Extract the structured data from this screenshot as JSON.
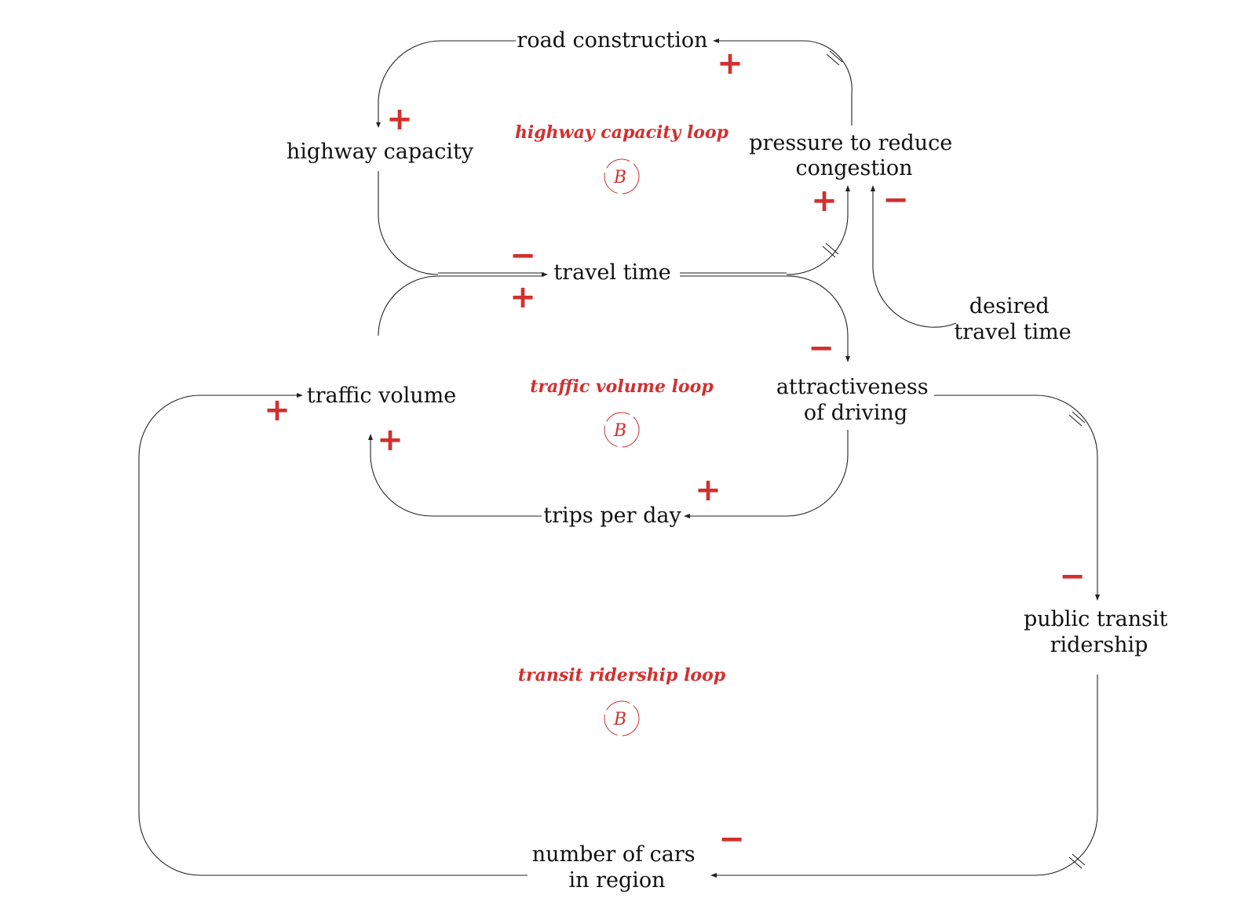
{
  "diagram": {
    "nodes": {
      "road_construction": [
        "road construction"
      ],
      "highway_capacity": [
        "highway capacity"
      ],
      "pressure": [
        "pressure to reduce",
        "congestion"
      ],
      "travel_time": [
        "travel time"
      ],
      "desired_travel_time": [
        "desired",
        "travel time"
      ],
      "traffic_volume": [
        "traffic volume"
      ],
      "attractiveness": [
        "attractiveness",
        "of driving"
      ],
      "trips_per_day": [
        "trips per day"
      ],
      "public_transit": [
        "public transit",
        "ridership"
      ],
      "number_of_cars": [
        "number of cars",
        "in region"
      ]
    },
    "loops": {
      "highway_capacity_loop": {
        "name": "highway capacity loop",
        "type": "B"
      },
      "traffic_volume_loop": {
        "name": "traffic volume loop",
        "type": "B"
      },
      "transit_ridership_loop": {
        "name": "transit ridership loop",
        "type": "B"
      }
    },
    "polarities": {
      "pressure_to_road_construction": "+",
      "road_construction_to_highway_capacity": "+",
      "travel_time_to_pressure": "+",
      "desired_travel_time_to_pressure": "−",
      "highway_capacity_to_travel_time": "−",
      "traffic_volume_to_travel_time": "+",
      "travel_time_to_attractiveness": "−",
      "number_of_cars_to_traffic_volume": "+",
      "trips_per_day_to_traffic_volume": "+",
      "attractiveness_to_trips_per_day": "+",
      "attractiveness_to_public_transit": "−",
      "public_transit_to_number_of_cars": "−"
    }
  }
}
